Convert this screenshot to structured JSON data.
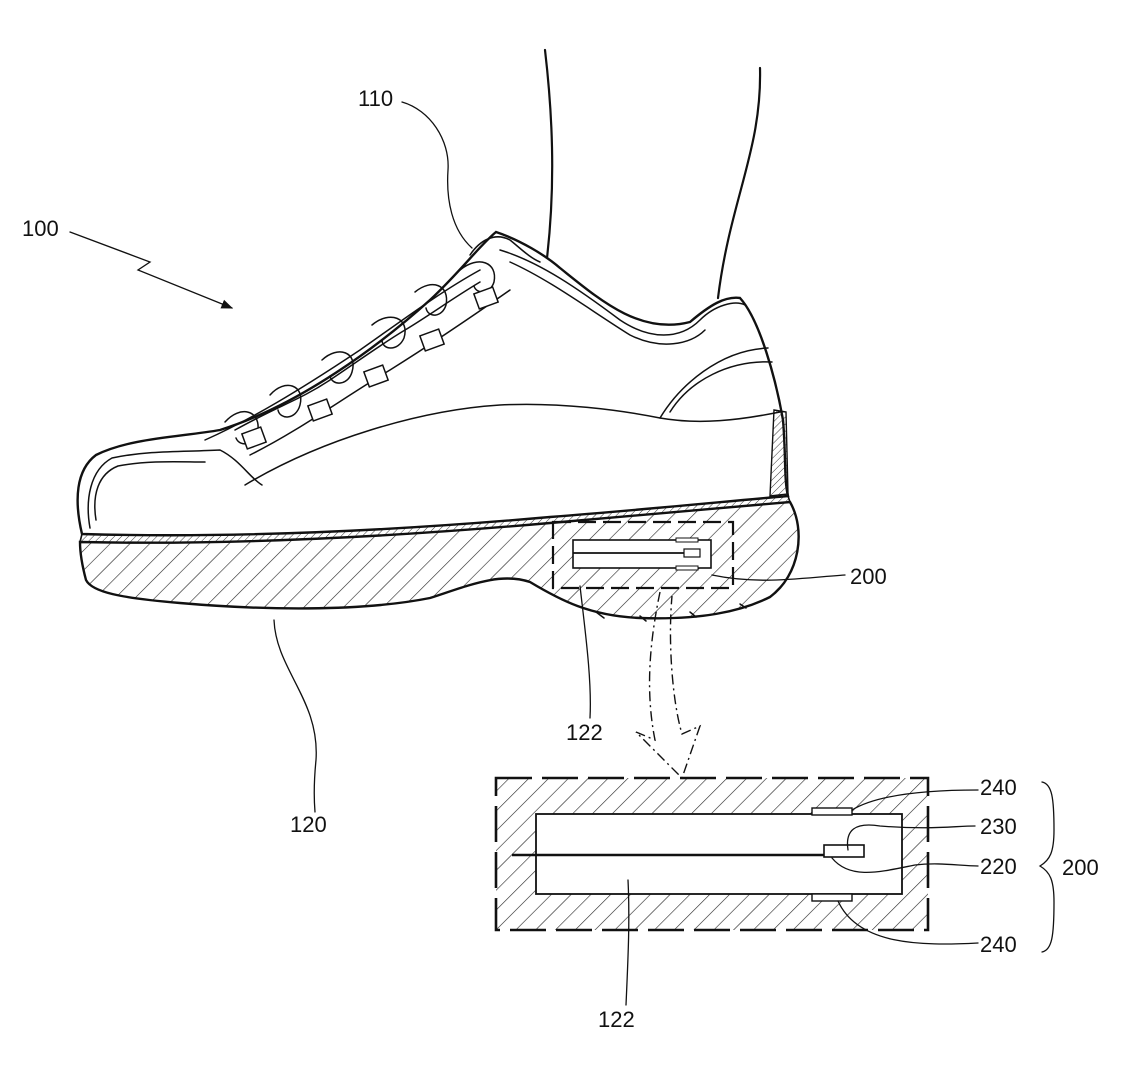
{
  "figure": {
    "labels": {
      "device": "100",
      "upper": "110",
      "sole": "120",
      "cavity_top": "122",
      "cavity_bottom": "122",
      "module_top": "200",
      "module_right": "200",
      "part_240_top": "240",
      "part_230": "230",
      "part_220": "220",
      "part_240_bottom": "240"
    },
    "colors": {
      "ink": "#111111",
      "background": "#ffffff"
    }
  }
}
